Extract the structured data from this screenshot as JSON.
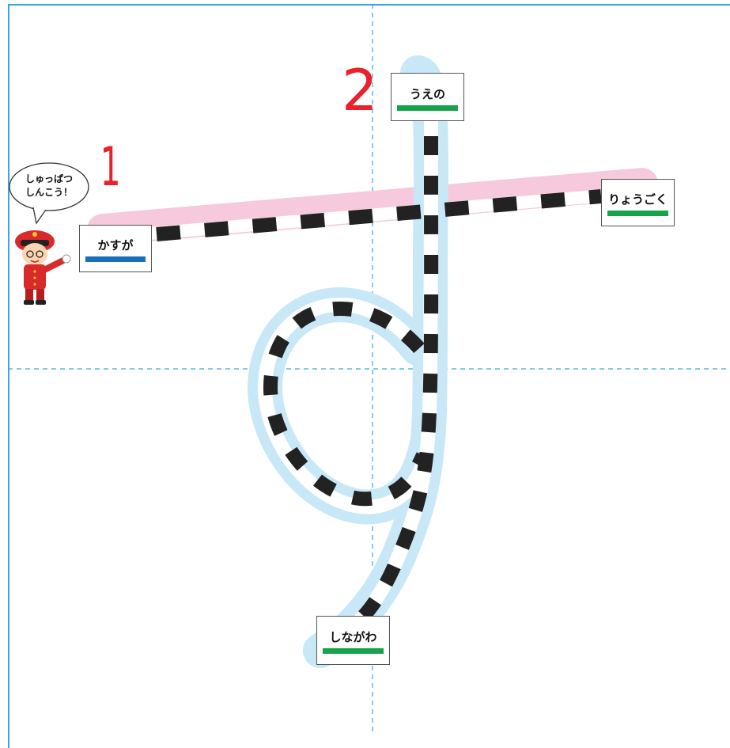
{
  "speech_bubble": {
    "line1": "しゅっぱつ",
    "line2": "しんこう！"
  },
  "stroke_numbers": {
    "first": "1",
    "second": "2"
  },
  "stations": {
    "kasuga": {
      "label": "かすが",
      "color": "#1a6fba"
    },
    "ryogoku": {
      "label": "りょうごく",
      "color": "#16a34a"
    },
    "ueno": {
      "label": "うえの",
      "color": "#16a34a"
    },
    "shinagawa": {
      "label": "しながわ",
      "color": "#16a34a"
    }
  },
  "colors": {
    "guide_line": "#3aa8e0",
    "stroke1_track": "#f6c9dc",
    "stroke2_track": "#c8e8f8",
    "rail_tie": "#222222",
    "number": "#e8212b"
  },
  "character": {
    "name": "train-conductor",
    "icon": "conductor-icon"
  }
}
